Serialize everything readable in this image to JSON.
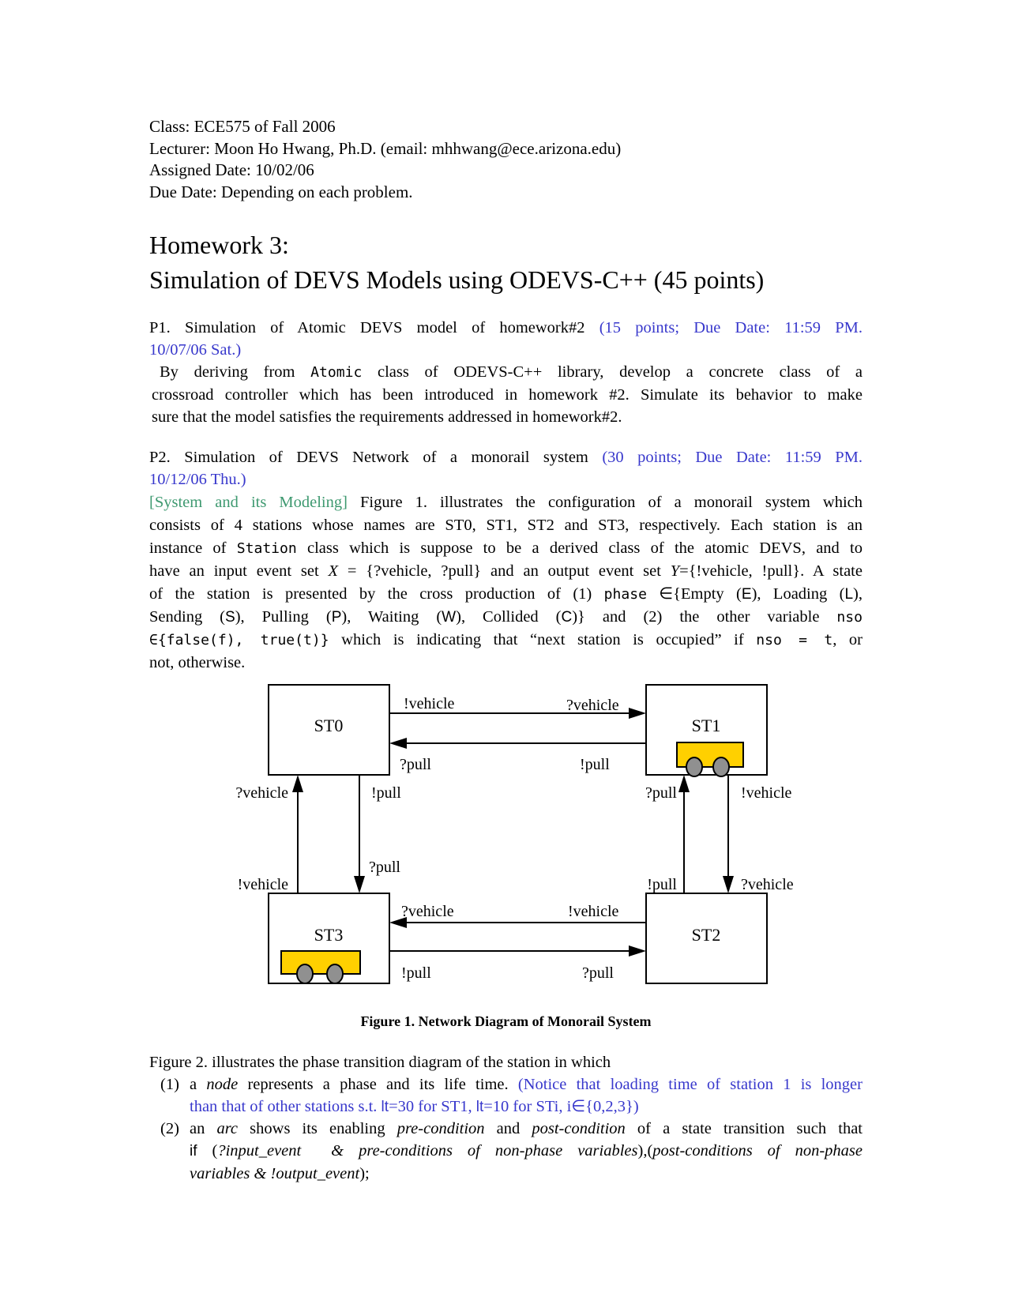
{
  "colors": {
    "blue": "#3838CC",
    "green": "#3E9970",
    "cart_yellow": "#FFD000",
    "wheel_gray": "#909090"
  },
  "header": {
    "line1": "Class: ECE575 of Fall 2006",
    "line2": "Lecturer: Moon Ho Hwang, Ph.D. (email: mhhwang@ece.arizona.edu)",
    "line3": "Assigned Date: 10/02/06",
    "line4": "Due Date: Depending on each problem."
  },
  "title": {
    "line1": "Homework 3:",
    "line2": "Simulation of DEVS Models using ODEVS-C++ (45 points)"
  },
  "p1": {
    "heading": {
      "black": "P1. Simulation of Atomic DEVS model of homework#2 ",
      "blue1": "(15 points; Due Date: 11:59 PM.",
      "blue2": "10/07/06 Sat.)"
    },
    "body": {
      "l1": {
        "t1": "By deriving from ",
        "m": "Atomic",
        "t2": " class of ODEVS-C++ library, develop a concrete class of a"
      },
      "l2": {
        "t": "crossroad controller which has been introduced in homework #2. Simulate its behavior to make"
      },
      "l3": {
        "t": "sure that the model satisfies the requirements addressed in homework#2."
      }
    }
  },
  "p2": {
    "heading": {
      "black": "P2. Simulation of DEVS Network of a monorail system ",
      "blue1": "(30 points; Due Date: 11:59 PM.",
      "blue2": "10/12/06 Thu.)"
    },
    "body": {
      "l1": {
        "green": "[System and its Modeling] ",
        "t": "Figure 1. illustrates the configuration of a monorail system which"
      },
      "l2": {
        "t": "consists of 4 stations whose names are ST0, ST1, ST2 and ST3, respectively. Each station is an"
      },
      "l3": {
        "t1": "instance of ",
        "m": "Station",
        "t2": " class which is suppose to be a derived class of the atomic DEVS, and to"
      },
      "l4": {
        "t1": "have an input event set ",
        "i1": "X",
        "t2": " = {?vehicle, ?pull} and an output event set ",
        "i2": "Y",
        "t3": "={!vehicle, !pull}. A state"
      },
      "l5": {
        "t1": "of the station is presented by the cross production of (1) ",
        "m1": "phase",
        "t2": " ∈{Empty (",
        "s1": "E",
        "t3": "), Loading (",
        "s2": "L",
        "t4": "),"
      },
      "l6": {
        "t1": "Sending (",
        "s1": "S",
        "t2": "), Pulling (",
        "s2": "P",
        "t3": "), Waiting (",
        "s3": "W",
        "t4": "), Collided (",
        "s4": "C",
        "t5": ")} and (2) the other variable ",
        "m1": "nso"
      },
      "l7": {
        "m1": "∈{false(f), true(t)}",
        "t1": " which is indicating that “next station is occupied” if ",
        "m2": "nso = t",
        "t2": ", or"
      },
      "l8": {
        "t": "not, otherwise."
      }
    }
  },
  "figure1": {
    "stations": {
      "st0": "ST0",
      "st1": "ST1",
      "st2": "ST2",
      "st3": "ST3"
    },
    "labels": {
      "top_out": "!vehicle",
      "top_in": "?vehicle",
      "top_pull_left": "?pull",
      "top_pull_right": "!pull",
      "left_vehicle_top": "?vehicle",
      "left_pull_top": "!pull",
      "left_pull_mid": "?pull",
      "left_vehicle_bottom": "!vehicle",
      "right_pull_top": "?pull",
      "right_vehicle_top": "!vehicle",
      "right_pull_bottom": "!pull",
      "right_vehicle_bottom": "?vehicle",
      "bottom_in": "?vehicle",
      "bottom_out": "!vehicle",
      "bottom_pull_left": "!pull",
      "bottom_pull_right": "?pull"
    },
    "caption": "Figure 1. Network Diagram of Monorail System"
  },
  "figure2": {
    "intro": "Figure 2. illustrates the phase transition diagram of the station in which",
    "item1": {
      "marker": "(1)",
      "l1": {
        "t1": "a ",
        "i": "node",
        "t2": " represents a phase and its life time. ",
        "b": "(Notice that loading time of station 1 is longer"
      },
      "l2": {
        "b1": "than that of other stations s.t. ",
        "s1": "lt",
        "b2": "=30 for ST1, ",
        "s2": "lt",
        "b3": "=10 for STi, i∈{0,2,3})"
      }
    },
    "item2": {
      "marker": "(2)",
      "l1": {
        "t1": "an ",
        "i1": "arc",
        "t2": " shows its enabling ",
        "i2": "pre-condition",
        "t3": " and ",
        "i3": "post-condition",
        "t4": " of a state transition such that"
      },
      "l2": {
        "s": "if",
        "t1": " (",
        "i1": "?input_event  & pre-conditions of non-phase variables",
        "t2": "),(",
        "i2": "post-conditions of non-phase"
      },
      "l3": {
        "i": "variables & !output_event",
        "t": ");"
      }
    }
  }
}
